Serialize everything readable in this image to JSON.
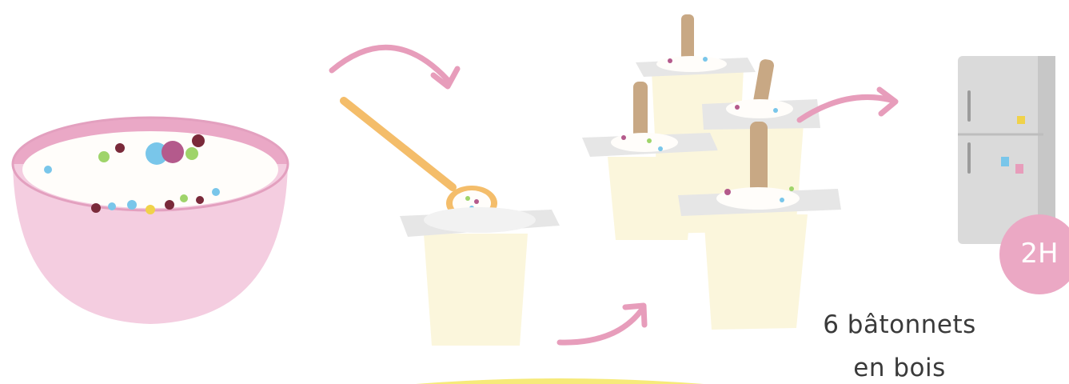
{
  "steps": {
    "timer_label": "2H",
    "sticks_caption_line1": "6 bâtonnets",
    "sticks_caption_line2": "en bois"
  },
  "colors": {
    "bowl": "#f3c9dc",
    "bowl_rim": "#e7a7c4",
    "arrow": "#e79dbb",
    "spoon": "#f6c06a",
    "cup_fill": "#fbf6dc",
    "lid": "#e6e6e6",
    "stick": "#c8a884",
    "fridge": "#d9d9d9",
    "timer_badge": "#eba8c4",
    "bottom_bar": "#f6ea7a"
  },
  "icons": [
    "bowl-icon",
    "spoon-icon",
    "yogurt-cup-icon",
    "popsicle-icon",
    "fridge-icon",
    "arrow-icon"
  ]
}
